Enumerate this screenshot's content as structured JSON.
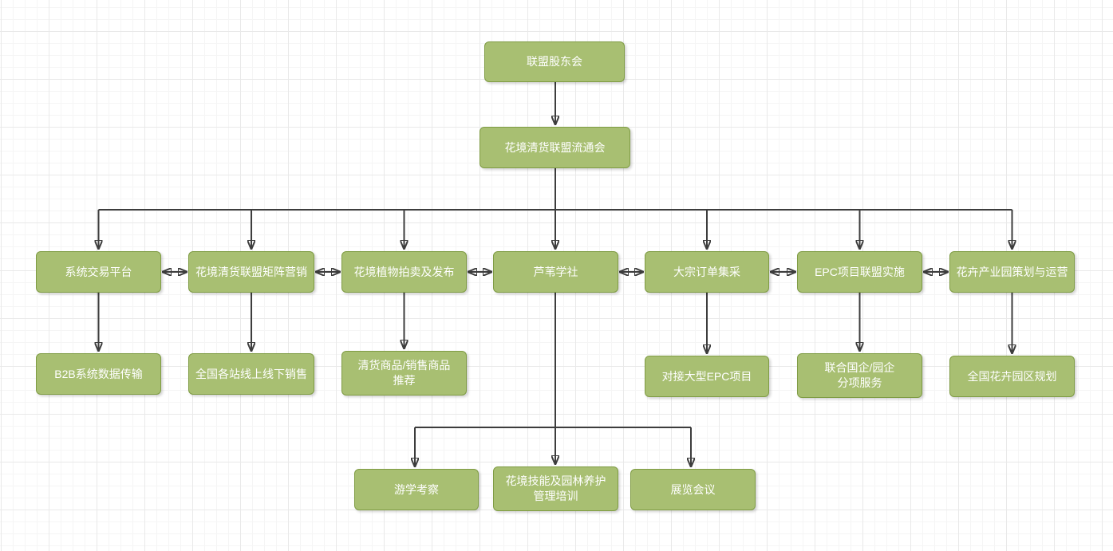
{
  "diagram": {
    "type": "org-chart-flowchart",
    "language": "zh-CN",
    "colors": {
      "node_fill": "#a8bf72",
      "node_border": "#7f9c44",
      "node_text": "#ffffff",
      "connector": "#3d3d3d",
      "canvas_background": "#ffffff",
      "grid_minor_line": "#f5f5f5",
      "grid_major_line": "#e9e9e9"
    },
    "nodes": [
      {
        "id": "alliance-shareholders-board",
        "label": "联盟股东会"
      },
      {
        "id": "clearance-alliance-circulation-council",
        "label": "花境清货联盟流通会"
      },
      {
        "id": "system-trading-platform",
        "label": "系统交易平台"
      },
      {
        "id": "clearance-alliance-matrix-marketing",
        "label": "花境清货联盟矩阵营销"
      },
      {
        "id": "plant-auction-and-release",
        "label": "花境植物拍卖及发布"
      },
      {
        "id": "reed-society",
        "label": "芦苇学社"
      },
      {
        "id": "bulk-order-procurement",
        "label": "大宗订单集采"
      },
      {
        "id": "epc-project-alliance-implementation",
        "label": "EPC项目联盟实施"
      },
      {
        "id": "flower-industrial-park-planning-operation",
        "label": "花卉产业园策划与运营"
      },
      {
        "id": "b2b-system-data-transmission",
        "label": "B2B系统数据传输"
      },
      {
        "id": "national-online-offline-sales",
        "label": "全国各站线上线下销售"
      },
      {
        "id": "clearance-sales-product-recommendation",
        "label": "清货商品/销售商品\n推荐"
      },
      {
        "id": "connect-large-epc-projects",
        "label": "对接大型EPC项目"
      },
      {
        "id": "joint-soe-park-enterprise-services",
        "label": "联合国企/园企\n分项服务"
      },
      {
        "id": "national-flower-park-planning",
        "label": "全国花卉园区规划"
      },
      {
        "id": "study-tour-inspection",
        "label": "游学考察"
      },
      {
        "id": "skills-and-garden-maintenance-training",
        "label": "花境技能及园林养护\n管理培训"
      },
      {
        "id": "exhibition-conference",
        "label": "展览会议"
      }
    ],
    "edges": [
      {
        "from": "alliance-shareholders-board",
        "to": "clearance-alliance-circulation-council",
        "type": "arrow"
      },
      {
        "from": "clearance-alliance-circulation-council",
        "to": "system-trading-platform",
        "type": "arrow"
      },
      {
        "from": "clearance-alliance-circulation-council",
        "to": "clearance-alliance-matrix-marketing",
        "type": "arrow"
      },
      {
        "from": "clearance-alliance-circulation-council",
        "to": "plant-auction-and-release",
        "type": "arrow"
      },
      {
        "from": "clearance-alliance-circulation-council",
        "to": "reed-society",
        "type": "arrow"
      },
      {
        "from": "clearance-alliance-circulation-council",
        "to": "bulk-order-procurement",
        "type": "arrow"
      },
      {
        "from": "clearance-alliance-circulation-council",
        "to": "epc-project-alliance-implementation",
        "type": "arrow"
      },
      {
        "from": "clearance-alliance-circulation-council",
        "to": "flower-industrial-park-planning-operation",
        "type": "arrow"
      },
      {
        "from": "system-trading-platform",
        "to": "clearance-alliance-matrix-marketing",
        "type": "double-arrow"
      },
      {
        "from": "clearance-alliance-matrix-marketing",
        "to": "plant-auction-and-release",
        "type": "double-arrow"
      },
      {
        "from": "plant-auction-and-release",
        "to": "reed-society",
        "type": "double-arrow"
      },
      {
        "from": "reed-society",
        "to": "bulk-order-procurement",
        "type": "double-arrow"
      },
      {
        "from": "bulk-order-procurement",
        "to": "epc-project-alliance-implementation",
        "type": "double-arrow"
      },
      {
        "from": "epc-project-alliance-implementation",
        "to": "flower-industrial-park-planning-operation",
        "type": "double-arrow"
      },
      {
        "from": "system-trading-platform",
        "to": "b2b-system-data-transmission",
        "type": "arrow"
      },
      {
        "from": "clearance-alliance-matrix-marketing",
        "to": "national-online-offline-sales",
        "type": "arrow"
      },
      {
        "from": "plant-auction-and-release",
        "to": "clearance-sales-product-recommendation",
        "type": "arrow"
      },
      {
        "from": "bulk-order-procurement",
        "to": "connect-large-epc-projects",
        "type": "arrow"
      },
      {
        "from": "epc-project-alliance-implementation",
        "to": "joint-soe-park-enterprise-services",
        "type": "arrow"
      },
      {
        "from": "flower-industrial-park-planning-operation",
        "to": "national-flower-park-planning",
        "type": "arrow"
      },
      {
        "from": "reed-society",
        "to": "study-tour-inspection",
        "type": "arrow"
      },
      {
        "from": "reed-society",
        "to": "skills-and-garden-maintenance-training",
        "type": "arrow"
      },
      {
        "from": "reed-society",
        "to": "exhibition-conference",
        "type": "arrow"
      }
    ]
  }
}
